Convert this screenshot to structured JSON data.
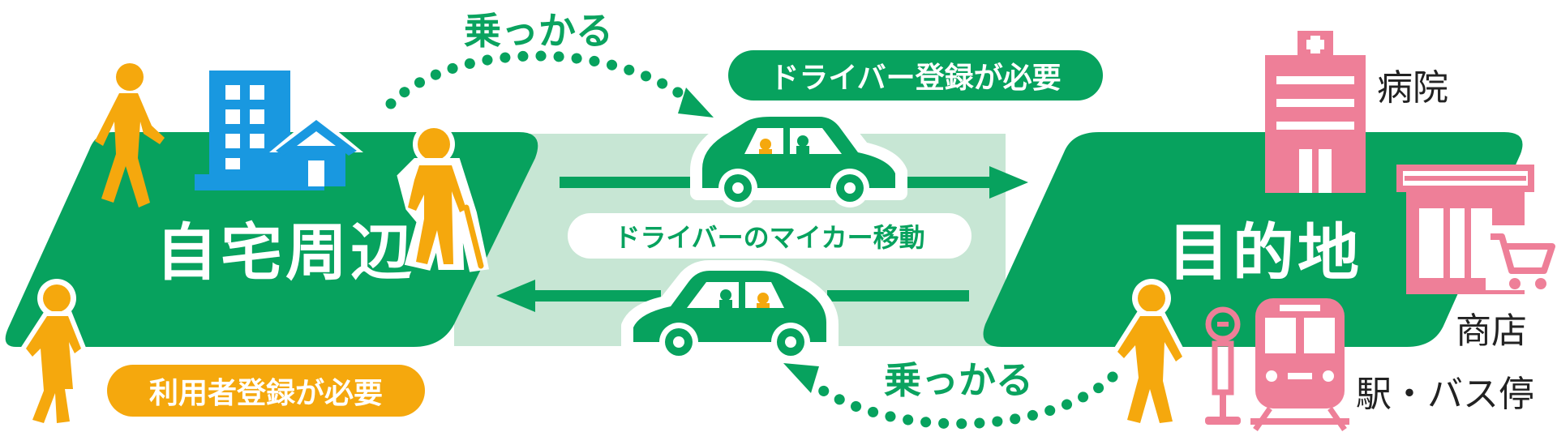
{
  "colors": {
    "green": "#07a25e",
    "light_green": "#c7e6d4",
    "orange": "#f5a80d",
    "blue": "#1998e0",
    "pink": "#ee7f98",
    "white": "#ffffff",
    "text_dark": "#222222"
  },
  "labels": {
    "home_area": "自宅周辺",
    "destination": "目的地",
    "ride_top": "乗っかる",
    "ride_bottom": "乗っかる",
    "driver_registration": "ドライバー登録が必要",
    "driver_movement": "ドライバーのマイカー移動",
    "user_registration": "利用者登録が必要",
    "hospital": "病院",
    "shop": "商店",
    "station_bus": "駅・バス停"
  },
  "icons": [
    "walking-person-icon",
    "building-icon",
    "house-icon",
    "elderly-person-with-cane-icon",
    "car-icon",
    "hospital-icon",
    "shop-icon",
    "shopping-cart-icon",
    "bus-stop-sign-icon",
    "train-icon"
  ]
}
